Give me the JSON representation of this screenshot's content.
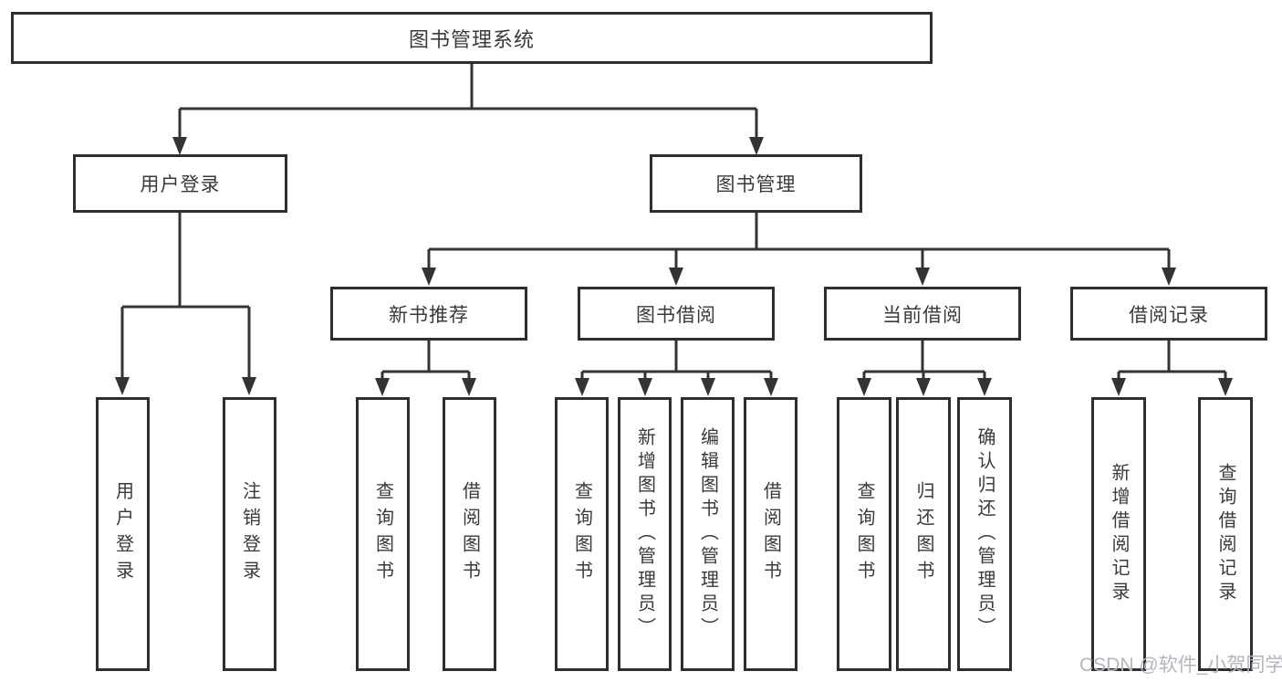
{
  "tree": {
    "root": {
      "label": "图书管理系统",
      "children": [
        {
          "label": "用户登录",
          "children": [
            {
              "label": "用户登录"
            },
            {
              "label": "注销登录"
            }
          ]
        },
        {
          "label": "图书管理",
          "children": [
            {
              "label": "新书推荐",
              "children": [
                {
                  "label": "查询图书"
                },
                {
                  "label": "借阅图书"
                }
              ]
            },
            {
              "label": "图书借阅",
              "children": [
                {
                  "label": "查询图书"
                },
                {
                  "label": "新增图书（管理员）"
                },
                {
                  "label": "编辑图书（管理员）"
                },
                {
                  "label": "借阅图书"
                }
              ]
            },
            {
              "label": "当前借阅",
              "children": [
                {
                  "label": "查询图书"
                },
                {
                  "label": "归还图书"
                },
                {
                  "label": "确认归还（管理员）"
                }
              ]
            },
            {
              "label": "借阅记录",
              "children": [
                {
                  "label": "新增借阅记录"
                },
                {
                  "label": "查询借阅记录"
                }
              ]
            }
          ]
        }
      ]
    }
  },
  "watermark": "CSDN @软件_小贺同学",
  "colors": {
    "line": "#333333",
    "border": "#2e2e2e",
    "text": "#3a3a3a",
    "watermark": "#b3b6bc",
    "background": "#ffffff"
  }
}
